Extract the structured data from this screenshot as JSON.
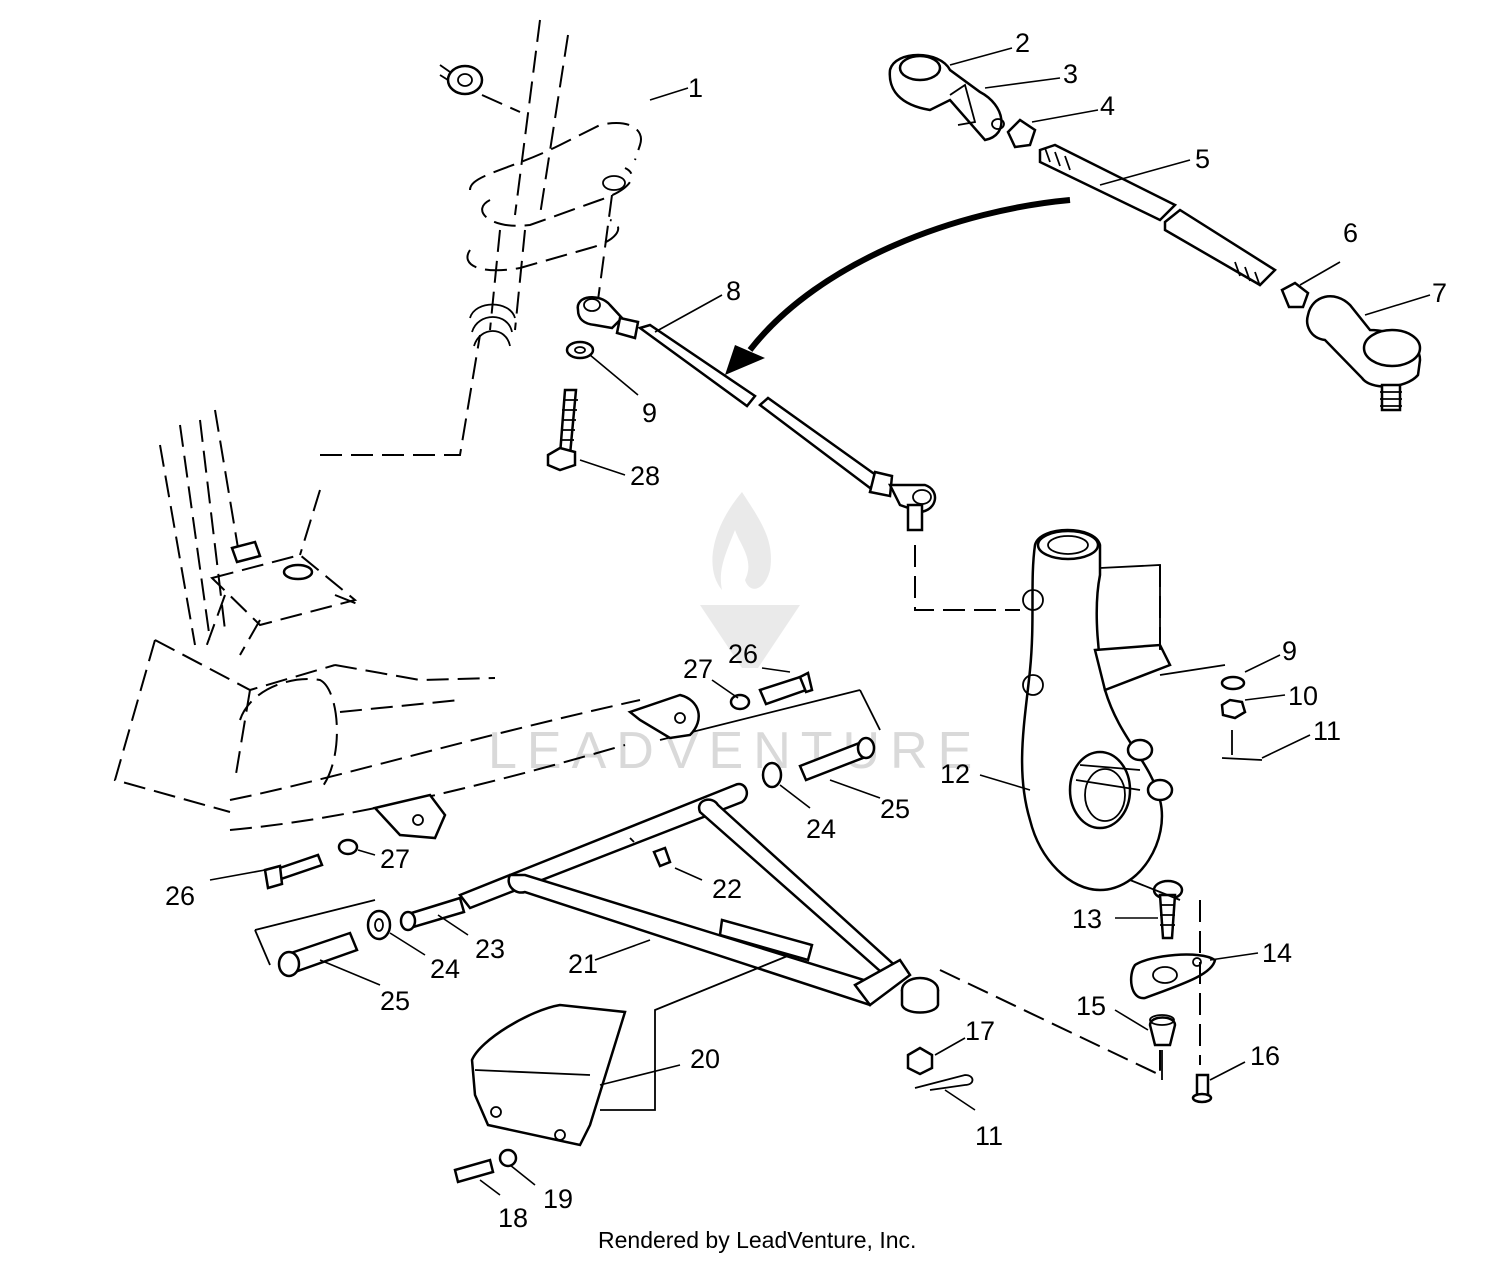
{
  "callouts": {
    "c1": "1",
    "c2": "2",
    "c3": "3",
    "c4": "4",
    "c5": "5",
    "c6": "6",
    "c7": "7",
    "c8": "8",
    "c9a": "9",
    "c9b": "9",
    "c10": "10",
    "c11a": "11",
    "c11b": "11",
    "c12": "12",
    "c13": "13",
    "c14": "14",
    "c15": "15",
    "c16": "16",
    "c17": "17",
    "c18": "18",
    "c19": "19",
    "c20": "20",
    "c21": "21",
    "c22": "22",
    "c23": "23",
    "c24a": "24",
    "c24b": "24",
    "c25a": "25",
    "c25b": "25",
    "c26a": "26",
    "c26b": "26",
    "c27a": "27",
    "c27b": "27",
    "c28": "28"
  },
  "watermark": {
    "text": "LEADVENTURE"
  },
  "footer": {
    "credit": "Rendered by LeadVenture, Inc."
  }
}
